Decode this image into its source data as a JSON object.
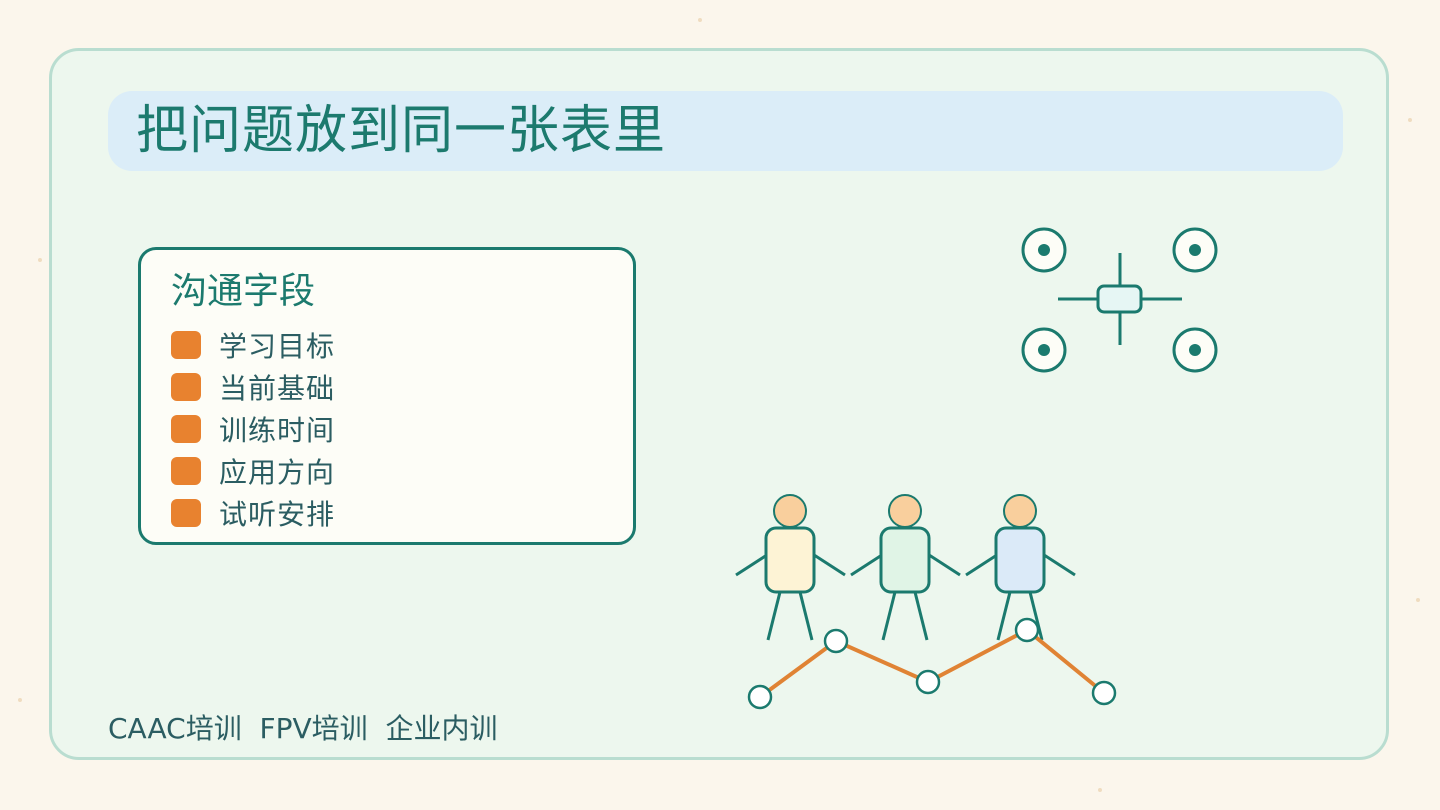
{
  "title": "把问题放到同一张表里",
  "fields_box": {
    "heading": "沟通字段",
    "items": [
      "学习目标",
      "当前基础",
      "训练时间",
      "应用方向",
      "试听安排"
    ]
  },
  "footer": {
    "text": "CAAC培训  FPV培训  企业内训"
  },
  "colors": {
    "background": "#fbf6ec",
    "card": "#edf7ee",
    "title_bar": "#dbedf8",
    "teal": "#1b7a6e",
    "orange": "#e8822f"
  },
  "icons": [
    "drone-icon",
    "people-icon",
    "trend-line-icon"
  ]
}
